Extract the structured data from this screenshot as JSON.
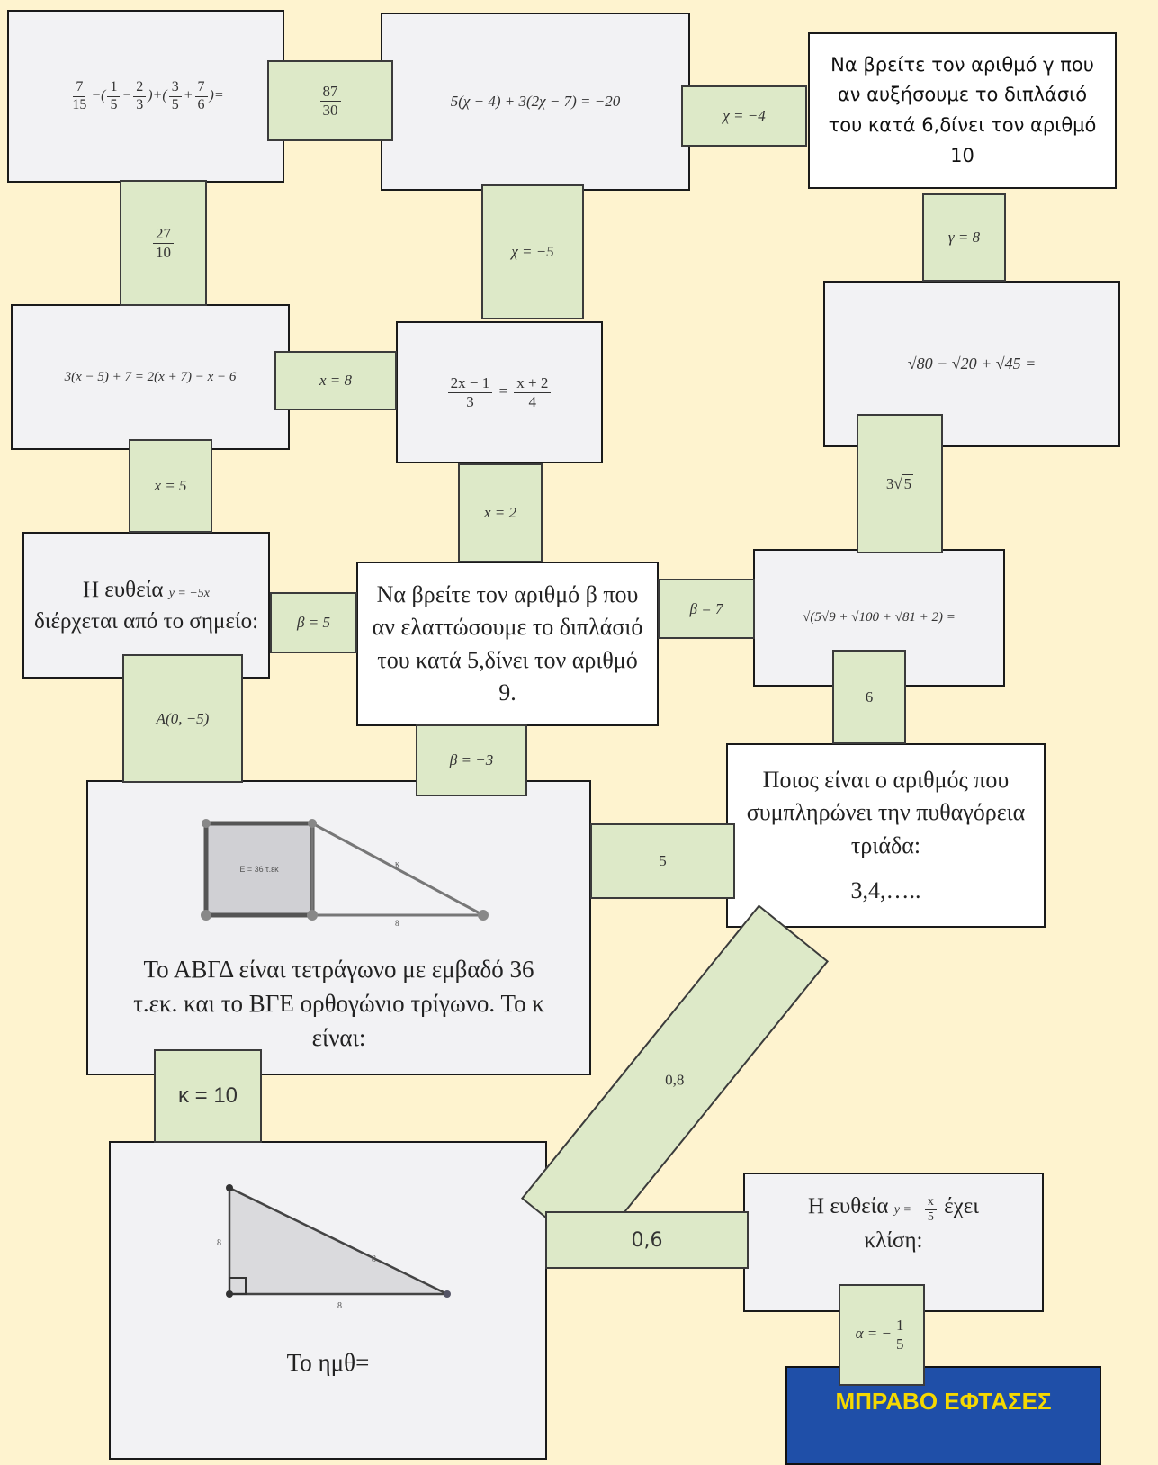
{
  "cards": {
    "c1_expr": "7/15 − (1/5 − 2/3) + (3/5 + 7/6) =",
    "c2_expr": "5(χ − 4) + 3(2χ − 7) = −20",
    "c3_text": "Να βρείτε τον αριθμό γ που αν αυξήσουμε το διπλάσιό του κατά 6,δίνει τον αριθμό 10",
    "c4_expr": "3(x − 5) + 7 = 2(x + 7) − x − 6",
    "c5_expr": "(2x − 1)/3 = (x + 2)/4",
    "c6_expr": "√80 − √20 + √45 =",
    "c7_text_a": "Η ευθεία",
    "c7_eq": "y = −5x",
    "c7_text_b": "διέρχεται από το σημείο:",
    "c8_text": "Να βρείτε τον αριθμό β που αν ελαττώσουμε το διπλάσιό του κατά 5,δίνει τον αριθμό 9.",
    "c9_expr": "√(5√9 + √100 + √81 + 2) =",
    "c10_text": "Ποιος είναι ο αριθμός που συμπληρώνει την πυθαγόρεια τριάδα:",
    "c10_seq": "3,4,…..",
    "c11_text": "Το ΑΒΓΔ είναι τετράγωνο με εμβαδό 36 τ.εκ. και το ΒΓΕ ορθογώνιο τρίγωνο. Το κ είναι:",
    "c11_fig_label": "E = 36 τ.εκ",
    "c11_fig_k": "κ",
    "c11_fig_8": "8",
    "c12_text": "Το ημθ=",
    "c12_fig_8a": "8",
    "c12_fig_8b": "8",
    "c12_fig_h": "8",
    "c13_text_a": "Η ευθεία",
    "c13_eq": "y = −x/5",
    "c13_text_b": "έχει κλίση:",
    "final_label": "ΜΠΡΑΒΟ ΕΦΤΑΣΕΣ"
  },
  "connectors": {
    "k1": "87/30",
    "k2": "χ = −4",
    "k3": "27/10",
    "k4": "χ = −5",
    "k5": "γ = 8",
    "k6": "x = 8",
    "k7": "x = 5",
    "k8": "x = 2",
    "k9": "3√5",
    "k10": "β = 5",
    "k11": "β = 7",
    "k12": "A(0, −5)",
    "k13": "6",
    "k14": "β = −3",
    "k15": "5",
    "k16": "κ = 10",
    "k17": "0,8",
    "k18": "0,6",
    "k19": "α = −1/5"
  },
  "colors": {
    "background": "#fef3cf",
    "card": "#f2f2f4",
    "card_white": "#ffffff",
    "connector": "#dde9c8",
    "final_bg": "#1f4fa8",
    "final_text": "#f5d800"
  }
}
